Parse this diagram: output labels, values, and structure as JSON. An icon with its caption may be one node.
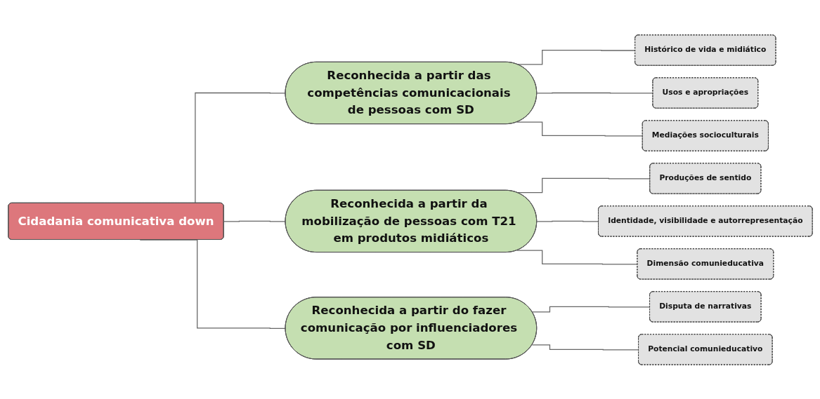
{
  "diagram": {
    "nodes": [
      {
        "text": [
          "Cidadania comunicativa down"
        ]
      },
      {
        "text": [
          "Reconhecida a partir das competências comunicacionais de pessoas com SD"
        ]
      },
      {
        "text": [
          "Histórico de vida e midiático"
        ]
      },
      {
        "text": [
          "Usos e apropriações"
        ]
      },
      {
        "text": [
          "Mediações socioculturais"
        ]
      },
      {
        "text": [
          "Reconhecida a partir da mobilização de pessoas com T21 em produtos midiáticos"
        ]
      },
      {
        "text": [
          "Produções de sentido"
        ]
      },
      {
        "text": [
          "Identidade, visibilidade e autorrepresentação"
        ]
      },
      {
        "text": [
          "Dimensão comunieducativa"
        ]
      },
      {
        "text": [
          "Reconhecida a partir do fazer comunicação por influenciadores com SD"
        ]
      },
      {
        "text": [
          "Disputa de narrativas"
        ]
      },
      {
        "text": [
          "Potencial comunieducativo"
        ]
      }
    ],
    "edges": [
      {
        "from": 0,
        "to": 1,
        "arrow": "none"
      },
      {
        "from": 0,
        "to": 5,
        "arrow": "none"
      },
      {
        "from": 0,
        "to": 9,
        "arrow": "none"
      },
      {
        "from": 1,
        "to": 2,
        "arrow": "none"
      },
      {
        "from": 1,
        "to": 3,
        "arrow": "none"
      },
      {
        "from": 1,
        "to": 4,
        "arrow": "none"
      },
      {
        "from": 5,
        "to": 6,
        "arrow": "none"
      },
      {
        "from": 5,
        "to": 7,
        "arrow": "none"
      },
      {
        "from": 5,
        "to": 8,
        "arrow": "none"
      },
      {
        "from": 9,
        "to": 10,
        "arrow": "none"
      },
      {
        "from": 9,
        "to": 11,
        "arrow": "none"
      }
    ]
  }
}
